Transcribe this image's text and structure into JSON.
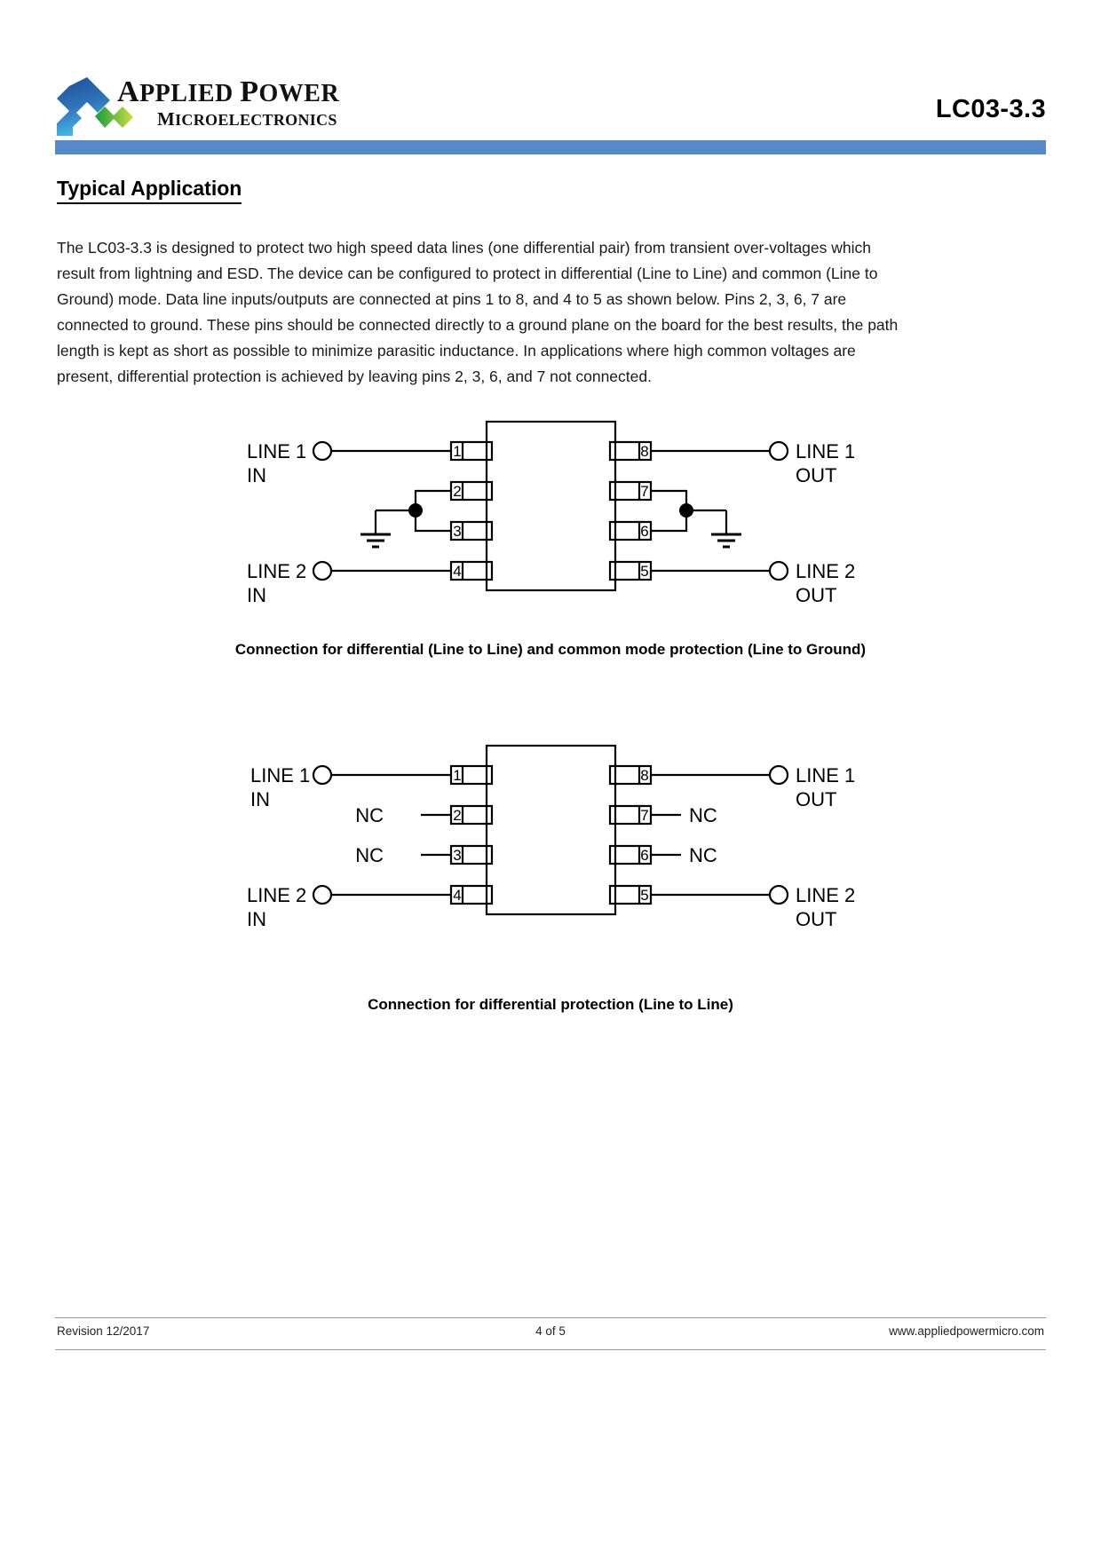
{
  "header": {
    "logo": {
      "line1": "APPLIED POWER",
      "line2": "MICROELECTRONICS",
      "colors": {
        "blue_dark": "#1f4e9c",
        "blue_light": "#3fa9dd",
        "green": "#2aa03c",
        "yellow_green": "#c9d93e"
      }
    },
    "part_number": "LC03-3.3",
    "bar_color": "#5589c8"
  },
  "section": {
    "title": "Typical Application",
    "paragraph": "The LC03-3.3 is designed to protect two high speed data lines (one differential pair) from transient over-voltages which result from lightning and ESD. The device can be configured to protect in differential (Line to Line) and common (Line to Ground) mode. Data line inputs/outputs are connected at pins 1 to 8, and 4 to 5 as shown below. Pins 2, 3, 6, 7 are connected to ground. These pins should be connected directly to a ground plane on the board for the best results, the path length is kept as short as possible to minimize parasitic inductance. In applications where high common voltages are present, differential protection is achieved by leaving pins 2, 3, 6, and 7 not connected."
  },
  "diagram1": {
    "caption": "Connection for differential (Line to Line) and common mode protection (Line to Ground)",
    "labels": {
      "in_top_l1": "LINE 1",
      "in_top_l2": "IN",
      "out_top_l1": "LINE 1",
      "out_top_l2": "OUT",
      "in_bot_l1": "LINE 2",
      "in_bot_l2": "IN",
      "out_bot_l1": "LINE 2",
      "out_bot_l2": "OUT"
    },
    "pins": {
      "p1": "1",
      "p2": "2",
      "p3": "3",
      "p4": "4",
      "p5": "5",
      "p6": "6",
      "p7": "7",
      "p8": "8"
    }
  },
  "diagram2": {
    "caption": "Connection for differential  protection (Line to Line)",
    "labels": {
      "in_top_l1": "LINE 1",
      "in_top_l2": "IN",
      "out_top_l1": "LINE 1",
      "out_top_l2": "OUT",
      "in_bot_l1": "LINE 2",
      "in_bot_l2": "IN",
      "out_bot_l1": "LINE 2",
      "out_bot_l2": "OUT",
      "nc_left_top": "NC",
      "nc_left_bot": "NC",
      "nc_right_top": "NC",
      "nc_right_bot": "NC"
    },
    "pins": {
      "p1": "1",
      "p2": "2",
      "p3": "3",
      "p4": "4",
      "p5": "5",
      "p6": "6",
      "p7": "7",
      "p8": "8"
    }
  },
  "footer": {
    "revision": "Revision   12/2017",
    "page": "4 of 5",
    "website": "www.appliedpowermicro.com"
  }
}
